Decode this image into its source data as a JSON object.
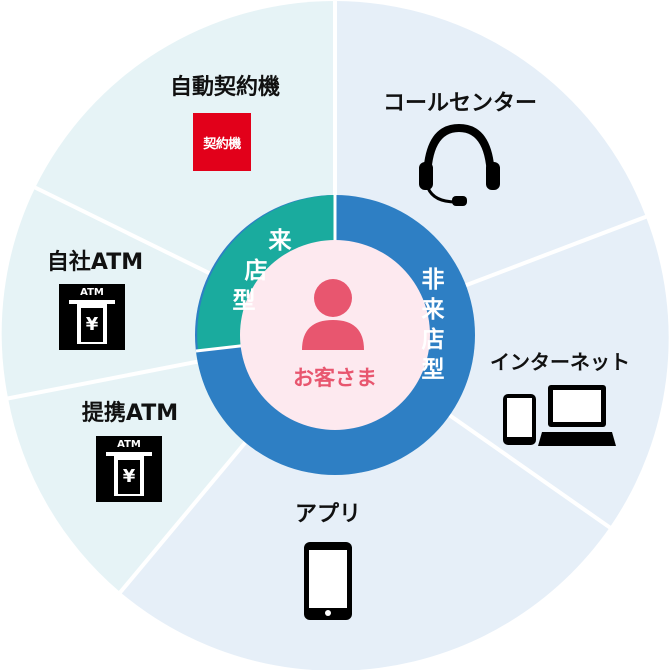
{
  "center": {
    "label": "お客さま"
  },
  "inner_ring": {
    "store_type": "来店型",
    "non_store_type": "非来店型",
    "colors": {
      "store": "#1aab9e",
      "non_store": "#2e7fc4"
    }
  },
  "channels": {
    "auto_contract": {
      "label": "自動契約機",
      "icon_text": "契約機"
    },
    "call_center": {
      "label": "コールセンター"
    },
    "own_atm": {
      "label": "自社ATM",
      "icon_text": "ATM",
      "icon_symbol": "¥"
    },
    "internet": {
      "label": "インターネット"
    },
    "partner_atm": {
      "label": "提携ATM",
      "icon_text": "ATM",
      "icon_symbol": "¥"
    },
    "app": {
      "label": "アプリ"
    }
  },
  "colors": {
    "outer_left": "#e6f3f6",
    "outer_right": "#e6eff8",
    "center_fill": "#fde9ef",
    "person": "#e8566f",
    "badge": "#e2001a"
  }
}
